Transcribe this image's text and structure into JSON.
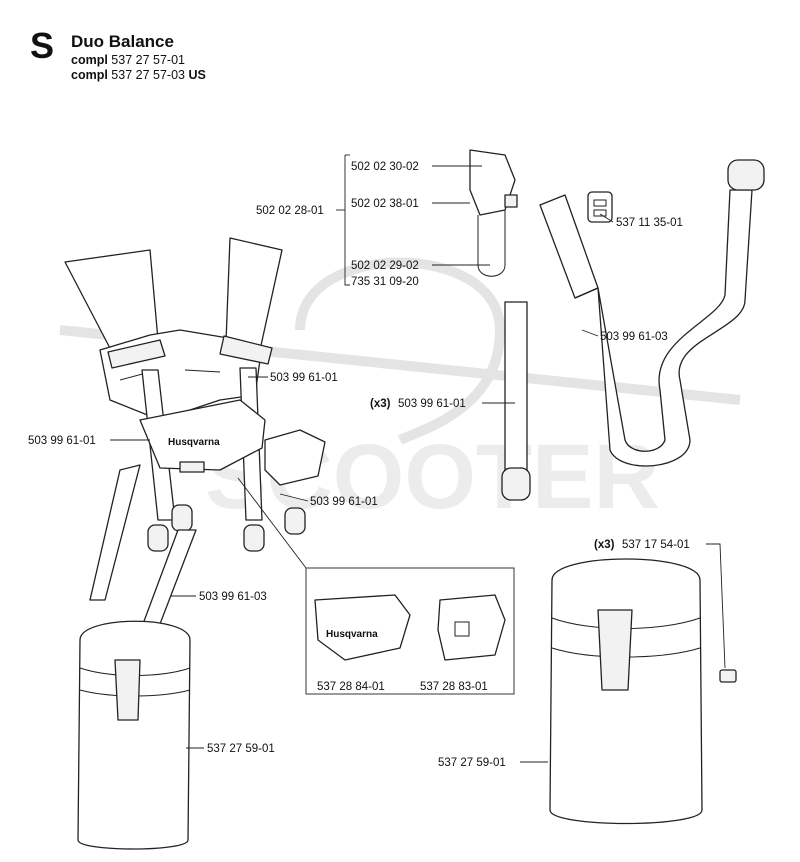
{
  "header": {
    "section_letter": "S",
    "title": "Duo Balance",
    "lines": [
      {
        "prefix": "compl",
        "number": "537 27 57-01",
        "suffix": ""
      },
      {
        "prefix": "compl",
        "number": "537 27 57-03",
        "suffix": "US"
      }
    ]
  },
  "watermark": {
    "text": "SCOOTER"
  },
  "brand": {
    "logo_text": "Husqvarna"
  },
  "callouts": {
    "p_502_02_30_02": "502 02 30-02",
    "p_502_02_38_01": "502 02 38-01",
    "p_502_02_28_01": "502 02 28-01",
    "p_502_02_29_02": "502 02 29-02",
    "p_735_31_09_20": "735 31 09-20",
    "p_537_11_35_01": "537 11 35-01",
    "p_503_99_61_03_right": "503 99 61-03",
    "p_503_99_61_01_strap": "503 99 61-01",
    "qty_strap": "(x3)",
    "p_503_99_61_01_center": "503 99 61-01",
    "p_503_99_61_01_left": "503 99 61-01",
    "p_503_99_61_01_lower": "503 99 61-01",
    "p_503_99_61_03_left": "503 99 61-03",
    "qty_screw": "(x3)",
    "p_537_17_54_01": "537 17 54-01",
    "p_537_28_84_01": "537 28 84-01",
    "p_537_28_83_01": "537 28 83-01",
    "p_537_27_59_01_left": "537 27 59-01",
    "p_537_27_59_01_right": "537 27 59-01"
  }
}
